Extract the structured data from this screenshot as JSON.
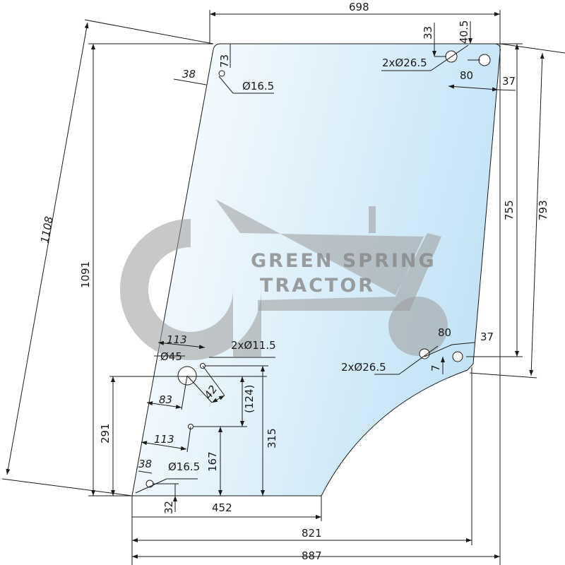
{
  "drawing": {
    "glass_colors": {
      "left": "#ffffff",
      "right": "#c4e4f6"
    },
    "watermark": {
      "line1": "GREEN SPRING",
      "line2": "TRACTOR"
    },
    "dimensions": {
      "top_width": "698",
      "total_height_slanted": "1108",
      "total_height": "1091",
      "lower_height": "291",
      "right_height": "755",
      "right_height_slanted": "793",
      "bottom_width_821": "821",
      "bottom_width_887": "887",
      "bottom_edge": "452",
      "h315": "315",
      "h167": "167",
      "h124": "(124)",
      "h32": "32",
      "top_left_38": "38",
      "top_left_73": "73",
      "top_left_hole": "Ø16.5",
      "top_right_33": "33",
      "top_right_40_5": "40.5",
      "top_right_holes": "2xØ26.5",
      "top_right_80": "80",
      "top_right_37": "37",
      "bottom_right_80": "80",
      "bottom_right_37": "37",
      "bottom_right_holes": "2xØ26.5",
      "bottom_right_7": "7",
      "hinge_113_top": "113",
      "hinge_holes": "2xØ11.5",
      "hinge_big_hole": "Ø45",
      "hinge_83": "83",
      "hinge_42": "42",
      "hinge_113_bottom": "113",
      "bottom_left_38": "38",
      "bottom_left_hole": "Ø16.5"
    }
  }
}
